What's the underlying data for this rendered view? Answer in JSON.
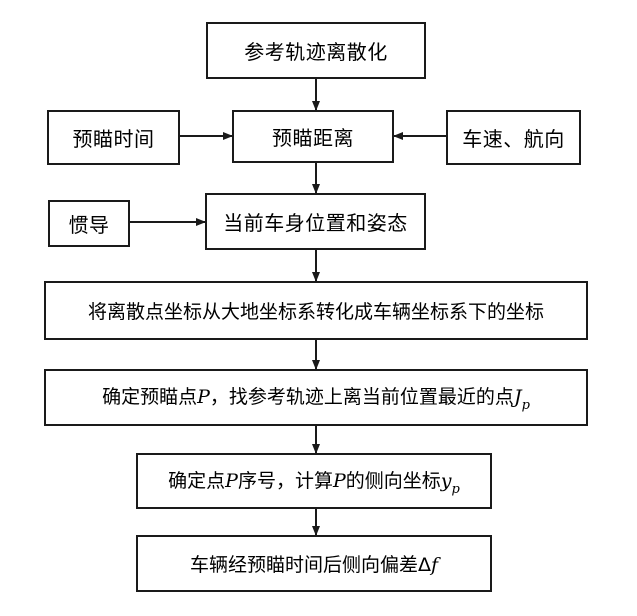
{
  "nodes": {
    "discretize": "参考轨迹离散化",
    "preview_time": "预瞄时间",
    "preview_distance": "预瞄距离",
    "speed_heading": "车速、航向",
    "inertial_nav": "惯导",
    "current_pose": "当前车身位置和姿态",
    "transform": "将离散点坐标从大地坐标系转化成车辆坐标系下的坐标",
    "find_points": {
      "t1": "确定预瞄点",
      "p": "P",
      "t2": "，找参考轨迹上离当前位置最近的点",
      "j": "J",
      "j_sub": "p"
    },
    "index_lateral": {
      "t1": "确定点",
      "p1": "P",
      "t2": "序号，计算",
      "p2": "P",
      "t3": "的侧向坐标",
      "y": "y",
      "y_sub": "p"
    },
    "deviation": {
      "t1": "车辆经预瞄时间后侧向偏差",
      "delta": "Δ",
      "f": "f"
    }
  }
}
